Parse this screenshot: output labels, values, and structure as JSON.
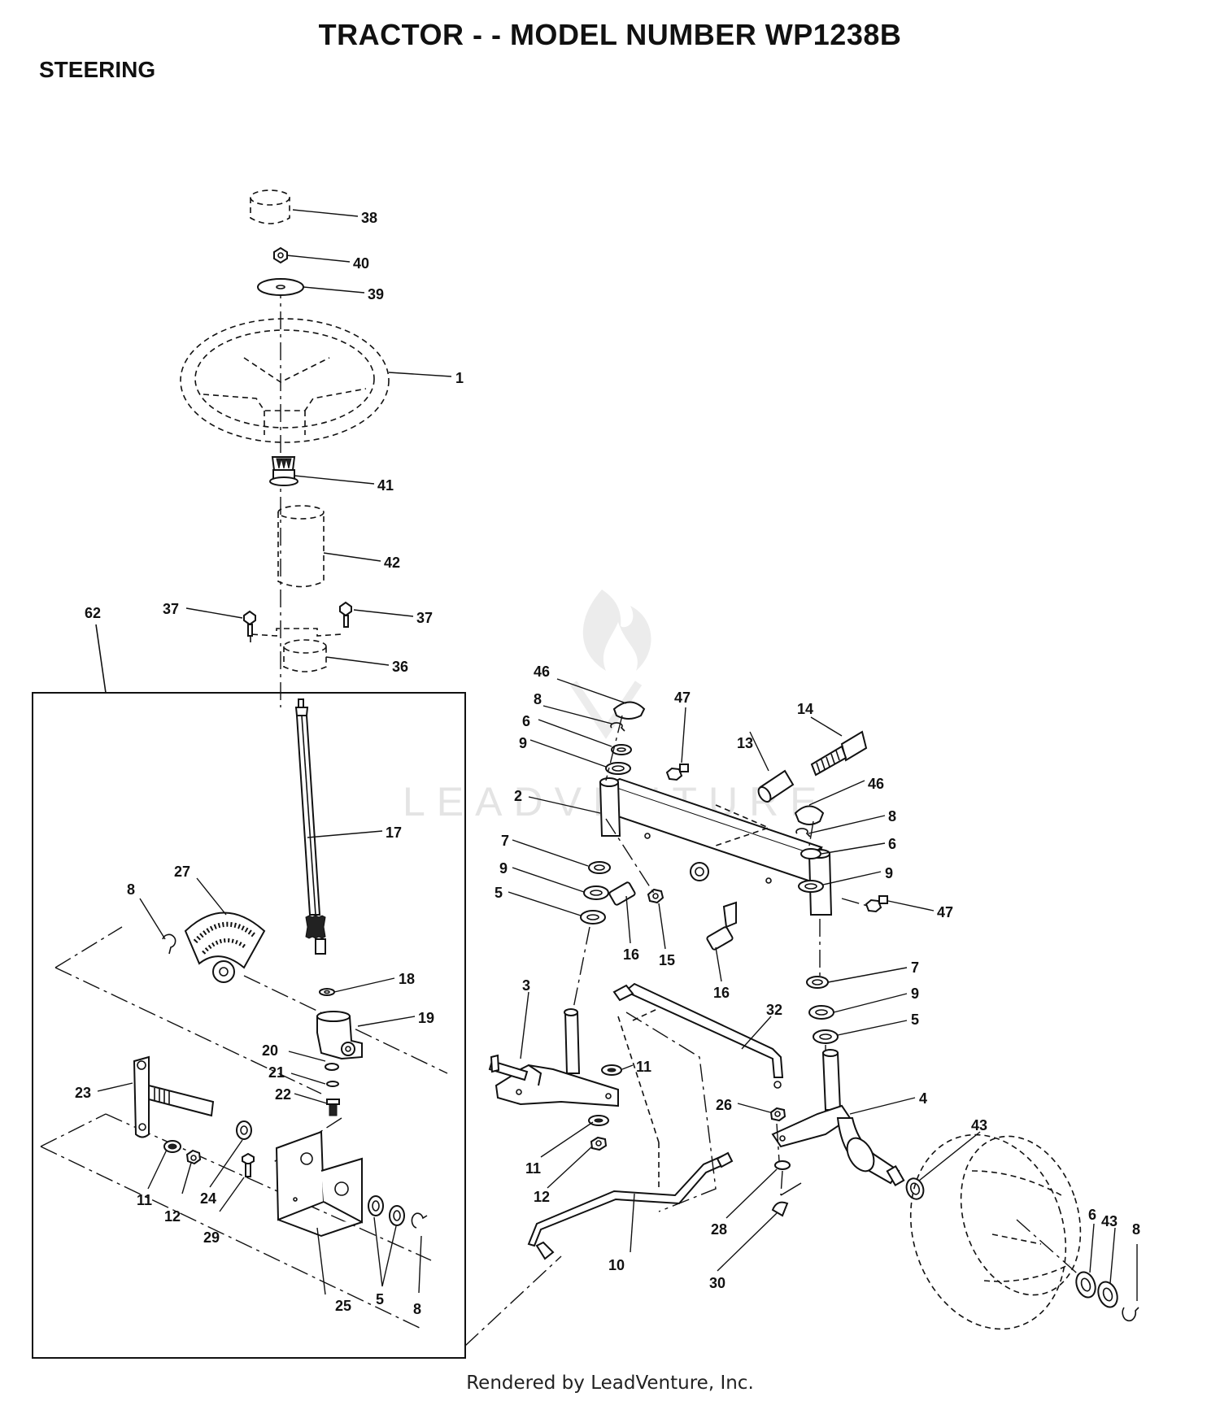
{
  "title": "TRACTOR - - MODEL NUMBER WP1238B",
  "section": "STEERING",
  "footer": "Rendered by LeadVenture, Inc.",
  "watermark": "LEADVENTURE",
  "callouts": {
    "c38": "38",
    "c40": "40",
    "c39": "39",
    "c1": "1",
    "c41": "41",
    "c42": "42",
    "c37a": "37",
    "c37b": "37",
    "c62": "62",
    "c36": "36",
    "c17": "17",
    "c8a": "8",
    "c27": "27",
    "c18": "18",
    "c19": "19",
    "c20": "20",
    "c21": "21",
    "c22": "22",
    "c23": "23",
    "c11a": "11",
    "c12a": "12",
    "c24": "24",
    "c29": "29",
    "c25": "25",
    "c5a": "5",
    "c8b": "8",
    "c46a": "46",
    "c8c": "8",
    "c6a": "6",
    "c9a": "9",
    "c47a": "47",
    "c13": "13",
    "c14": "14",
    "c2": "2",
    "c46b": "46",
    "c8d": "8",
    "c6b": "6",
    "c9b": "9",
    "c7a": "7",
    "c9c": "9",
    "c5b": "5",
    "c16a": "16",
    "c15": "15",
    "c16b": "16",
    "c47b": "47",
    "c7b": "7",
    "c9d": "9",
    "c5c": "5",
    "c3": "3",
    "c32": "32",
    "c11b": "11",
    "c26": "26",
    "c4": "4",
    "c11c": "11",
    "c12b": "12",
    "c43a": "43",
    "c28": "28",
    "c10": "10",
    "c30": "30",
    "c6c": "6",
    "c43b": "43",
    "c8e": "8"
  }
}
